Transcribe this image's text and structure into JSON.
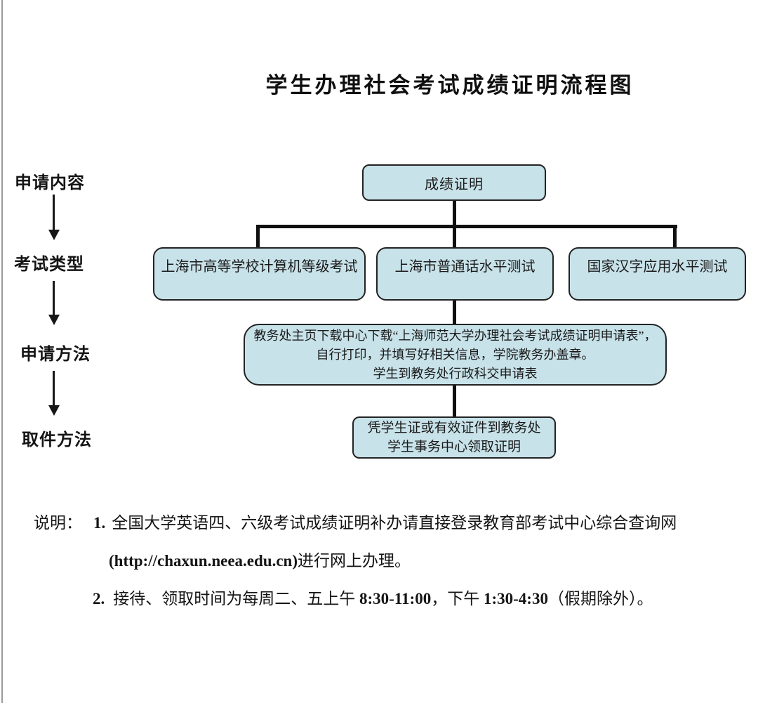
{
  "title": "学生办理社会考试成绩证明流程图",
  "stages": [
    {
      "label": "申请内容"
    },
    {
      "label": "考试类型"
    },
    {
      "label": "申请方法"
    },
    {
      "label": "取件方法"
    }
  ],
  "flowchart": {
    "content_box": "成绩证明",
    "exam_boxes": [
      "上海市高等学校计算机等级考试",
      "上海市普通话水平测试",
      "国家汉字应用水平测试"
    ],
    "application_box": {
      "line1": "教务处主页下载中心下载“上海师范大学办理社会考试成绩证明申请表”，",
      "line2": "自行打印，并填写好相关信息，学院教务办盖章。",
      "line3": "学生到教务处行政科交申请表"
    },
    "pickup_box": {
      "line1": "凭学生证或有效证件到教务处",
      "line2": "学生事务中心领取证明"
    }
  },
  "notes": {
    "label": "说明：",
    "items": [
      {
        "number": "1.",
        "line1": "全国大学英语四、六级考试成绩证明补办请直接登录教育部考试中心综合查询网",
        "line2_bold": "(http://chaxun.neea.edu.cn)",
        "line2_rest": "进行网上办理。"
      },
      {
        "number": "2.",
        "parts": [
          "接待、领取时间为每周二、五上午 ",
          "8:30-11:00",
          "，下午 ",
          "1:30-4:30",
          "（假期除外）。"
        ]
      }
    ]
  },
  "colors": {
    "box_fill": "#c8e2e9",
    "box_border": "#232323",
    "connector": "#101010",
    "left_rule": "#9a9a9a"
  }
}
